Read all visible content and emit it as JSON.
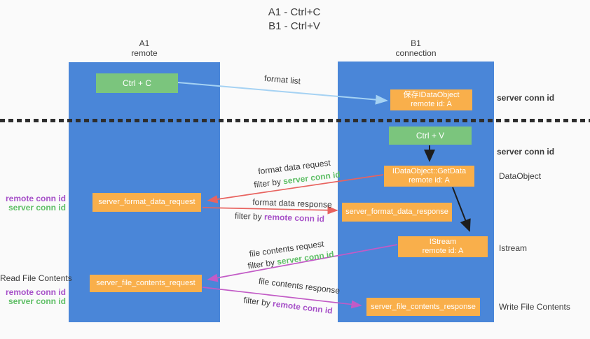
{
  "title": {
    "line1": "A1 - Ctrl+C",
    "line2": "B1 - Ctrl+V"
  },
  "lifelines": {
    "left": {
      "name": "A1",
      "role": "remote"
    },
    "right": {
      "name": "B1",
      "role": "connection"
    }
  },
  "boxes": {
    "ctrl_c": "Ctrl + C",
    "ctrl_v": "Ctrl + V",
    "save_dataobject": {
      "line1": "保存IDataObject",
      "line2": "remote id: A"
    },
    "getdata": {
      "line1": "IDataObject::GetData",
      "line2": "remote id: A"
    },
    "istream": {
      "line1": "IStream",
      "line2": "remote id: A"
    },
    "format_request": "server_format_data_request",
    "format_response": "server_format_data_response",
    "file_request": "server_file_contents_request",
    "file_response": "server_file_contents_response"
  },
  "arrow_labels": {
    "format_list": "format list",
    "format_data_request": "format data request",
    "format_data_response": "format data response",
    "file_contents_request": "file contents request",
    "file_contents_response": "file contents response",
    "filter_by": "filter by",
    "server_conn_id": "server conn id",
    "remote_conn_id": "remote conn id"
  },
  "side_labels": {
    "server_conn_id_top": "server conn id",
    "server_conn_id_mid": "server conn id",
    "dataobject": "DataObject",
    "istream": "Istream",
    "read_file_contents": "Read File Contents",
    "write_file_contents": "Write File Contents",
    "remote_conn_id": "remote conn id",
    "server_conn_id": "server conn id"
  },
  "colors": {
    "bg": "#fafafa",
    "blue": "#4a86d8",
    "green": "#7bc57d",
    "orange": "#f9af4b",
    "green-text": "#5fbf66",
    "purple-text": "#a650c8",
    "red-arrow": "#e8635f",
    "magenta-arrow": "#c25bc6",
    "lightblue-arrow": "#a5d2f3",
    "dark": "#3a3a3a"
  }
}
